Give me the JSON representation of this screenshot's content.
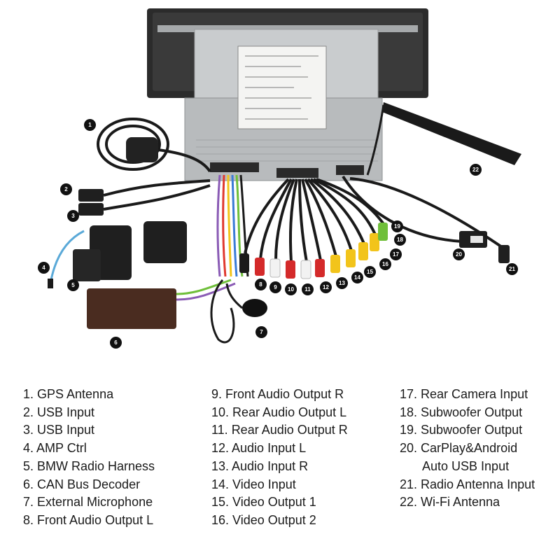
{
  "markers": [
    "1",
    "2",
    "3",
    "4",
    "5",
    "6",
    "7",
    "8",
    "9",
    "10",
    "11",
    "12",
    "13",
    "14",
    "15",
    "16",
    "17",
    "18",
    "19",
    "20",
    "21",
    "22"
  ],
  "legend": {
    "col1": [
      "1. GPS Antenna",
      "2. USB Input",
      "3. USB Input",
      "4. AMP Ctrl",
      "5. BMW Radio Harness",
      "6. CAN Bus Decoder",
      "7.  External Microphone",
      "8. Front Audio Output L"
    ],
    "col2": [
      "9. Front Audio Output R",
      "10. Rear Audio Output L",
      "11.  Rear Audio Output R",
      "12. Audio Input L",
      "13. Audio Input R",
      "14. Video Input",
      "15. Video Output 1",
      "16. Video Output 2"
    ],
    "col3": [
      "17.  Rear Camera Input",
      "18. Subwoofer Output",
      "19. Subwoofer Output",
      "20. CarPlay&Android",
      "Auto USB Input",
      "21. Radio Antenna Input",
      "22. Wi-Fi Antenna"
    ]
  },
  "colors": {
    "rca_red": "#d42a2a",
    "rca_white": "#f2f2f2",
    "rca_yellow": "#f2c41b",
    "rca_green": "#6fbf3a",
    "rca_blue": "#5aa9d8",
    "unit_silver": "#c9ccce",
    "cable_black": "#1a1a1a",
    "decoder_brown": "#4a2c20"
  }
}
